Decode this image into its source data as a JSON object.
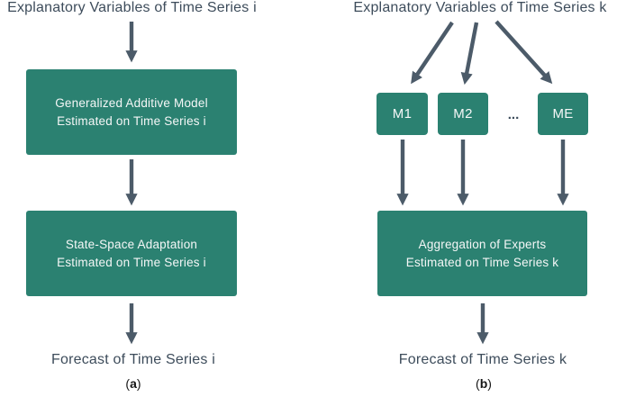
{
  "colors": {
    "box_green": "#2b8171",
    "arrow_slate": "#4c5b69",
    "text_dark": "#3d4c5b",
    "caption_black": "#161616",
    "box_text": "#f5f7f7",
    "background": "#ffffff"
  },
  "left": {
    "title": "Explanatory Variables of Time Series i",
    "gam_box": {
      "line1": "Generalized Additive Model",
      "line2": "Estimated on Time Series i"
    },
    "state_space_box": {
      "line1": "State-Space Adaptation",
      "line2": "Estimated on Time Series i"
    },
    "forecast": "Forecast of Time Series i",
    "caption": {
      "pre": "(",
      "letter": "a",
      "post": ")"
    }
  },
  "right": {
    "title": "Explanatory Variables of Time Series k",
    "experts": [
      "M1",
      "M2",
      "ME"
    ],
    "ellipsis": "...",
    "aggregation_box": {
      "line1": "Aggregation of Experts",
      "line2": "Estimated on Time Series k"
    },
    "forecast": "Forecast of Time Series k",
    "caption": {
      "pre": "(",
      "letter": "b",
      "post": ")"
    }
  }
}
